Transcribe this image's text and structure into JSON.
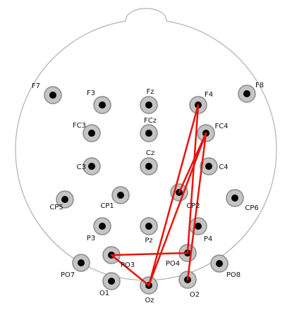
{
  "colors": {
    "background": "#ffffff",
    "head_outline": "#b0b0b0",
    "electrode_outer": "#8a8a8a",
    "electrode_ring": "#c4c4c4",
    "electrode_core": "#000000",
    "connection": "#e8140c"
  },
  "electrodes": [
    {
      "id": "F7",
      "label": "F7"
    },
    {
      "id": "F3",
      "label": "F3"
    },
    {
      "id": "Fz",
      "label": "Fz"
    },
    {
      "id": "F4",
      "label": "F4"
    },
    {
      "id": "F8",
      "label": "F8"
    },
    {
      "id": "FC3",
      "label": "FC3"
    },
    {
      "id": "FCz",
      "label": "FCz"
    },
    {
      "id": "FC4",
      "label": "FC4"
    },
    {
      "id": "C3",
      "label": "C3"
    },
    {
      "id": "Cz",
      "label": "Cz"
    },
    {
      "id": "C4",
      "label": "C4"
    },
    {
      "id": "CP5",
      "label": "CP5"
    },
    {
      "id": "CP1",
      "label": "CP1"
    },
    {
      "id": "CP2",
      "label": "CP2"
    },
    {
      "id": "CP6",
      "label": "CP6"
    },
    {
      "id": "P3",
      "label": "P3"
    },
    {
      "id": "Pz",
      "label": "Pz"
    },
    {
      "id": "P4",
      "label": "P4"
    },
    {
      "id": "PO7",
      "label": "PO7"
    },
    {
      "id": "PO3",
      "label": "PO3"
    },
    {
      "id": "PO4",
      "label": "PO4"
    },
    {
      "id": "PO8",
      "label": "PO8"
    },
    {
      "id": "O1",
      "label": "O1"
    },
    {
      "id": "Oz",
      "label": "Oz"
    },
    {
      "id": "O2",
      "label": "O2"
    }
  ],
  "connections": [
    {
      "from": "F4",
      "to": "Oz"
    },
    {
      "from": "FC4",
      "to": "Oz"
    },
    {
      "from": "F4",
      "to": "PO4"
    },
    {
      "from": "FC4",
      "to": "CP2"
    },
    {
      "from": "FC4",
      "to": "O2"
    },
    {
      "from": "PO3",
      "to": "Oz"
    },
    {
      "from": "PO3",
      "to": "PO4"
    }
  ]
}
